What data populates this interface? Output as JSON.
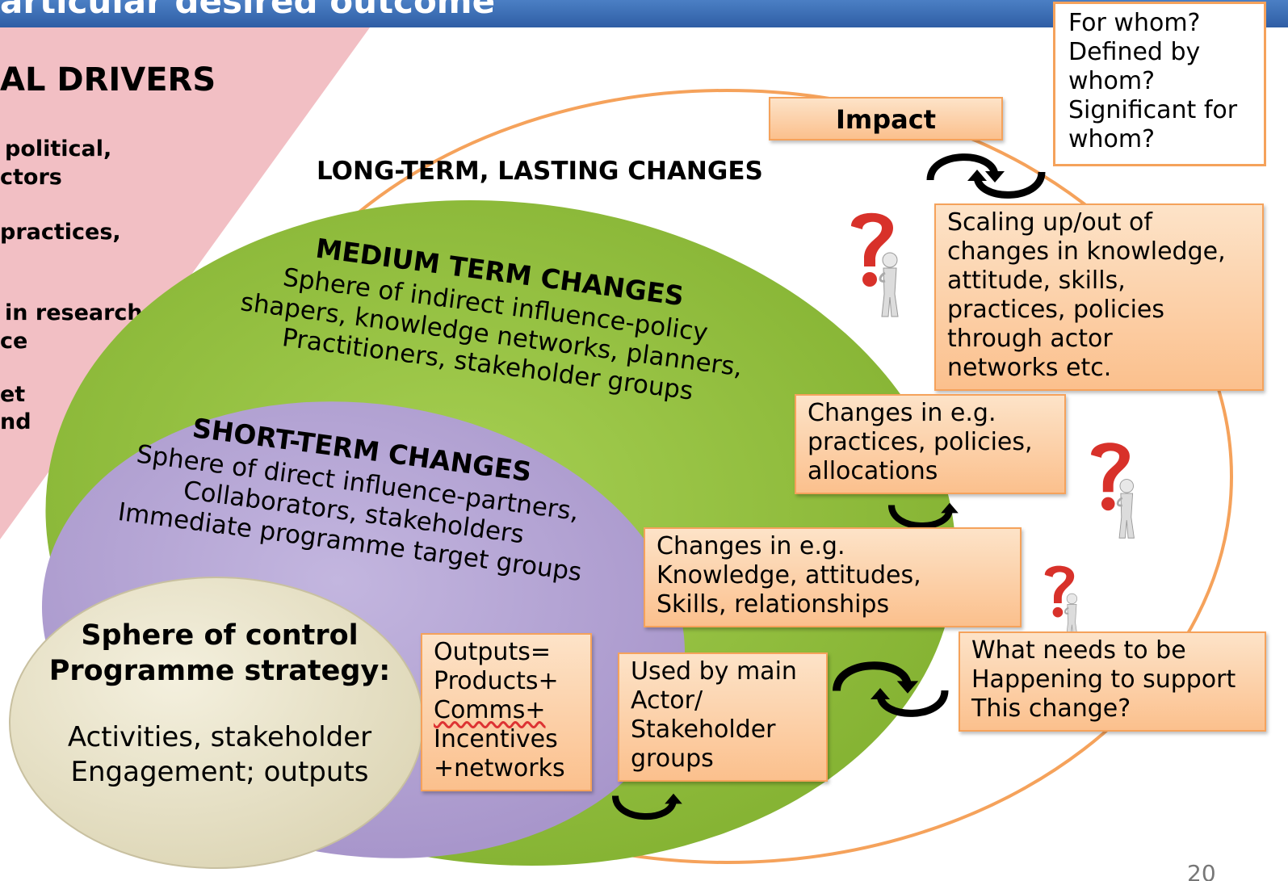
{
  "header": {
    "title": "articular desired outcome"
  },
  "drivers": {
    "heading": "AL DRIVERS",
    "items": [
      "political,",
      "ctors",
      "practices,",
      "in research,",
      "ce",
      "et",
      "nd"
    ]
  },
  "spheres": {
    "long_term": {
      "title": "LONG-TERM, LASTING CHANGES"
    },
    "medium_term": {
      "title": "MEDIUM TERM CHANGES",
      "lines": [
        "Sphere of indirect influence-policy",
        "shapers, knowledge networks, planners,",
        "Practitioners, stakeholder groups"
      ]
    },
    "short_term": {
      "title": "SHORT-TERM CHANGES",
      "lines": [
        "Sphere of direct influence-partners,",
        "Collaborators, stakeholders",
        "Immediate programme target groups"
      ]
    },
    "control": {
      "title_lines": [
        "Sphere of control",
        "Programme strategy:"
      ],
      "lines": [
        "Activities, stakeholder",
        "Engagement; outputs"
      ]
    }
  },
  "boxes": {
    "impact": "Impact",
    "for_whom": [
      "For whom?",
      "Defined by",
      "whom?",
      "Significant for",
      "whom?"
    ],
    "scaling": [
      "Scaling up/out of",
      "changes in knowledge,",
      "attitude, skills,",
      "practices, policies",
      "through actor",
      "networks etc."
    ],
    "practices": [
      "Changes in e.g.",
      "practices, policies,",
      "allocations"
    ],
    "knowledge": [
      "Changes in e.g.",
      "Knowledge, attitudes,",
      "Skills, relationships"
    ],
    "what_needs": [
      "What needs to be",
      "Happening to support",
      "This change?"
    ],
    "used_by": [
      "Used by main",
      "Actor/",
      "Stakeholder",
      "groups"
    ],
    "outputs": [
      "Outputs=",
      "Products+",
      "Comms+",
      "Incentives",
      "+networks"
    ]
  },
  "icons": [
    "question-figure-icon",
    "cycle-arrow-icon"
  ],
  "colors": {
    "header_blue": "#3b6eb5",
    "drivers_pink": "#f2bfc4",
    "medium_green": "#92c13d",
    "short_lilac": "#b5a6d4",
    "control_cream": "#ebe6cd",
    "accent_orange": "#f5a25b",
    "question_red": "#d8312a"
  },
  "page_number": "20"
}
